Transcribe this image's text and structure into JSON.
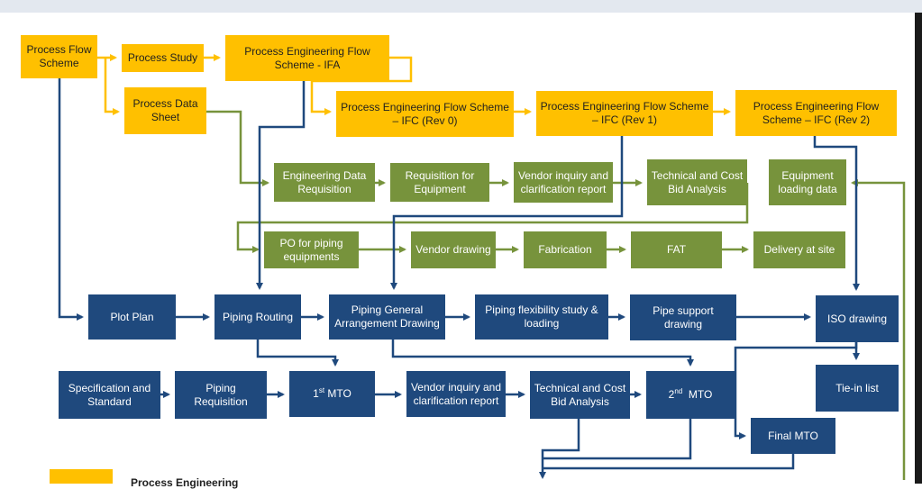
{
  "colors": {
    "process": "#ffc000",
    "procurement": "#77933c",
    "piping": "#1f497d"
  },
  "boxes": {
    "process_flow_scheme": "Process Flow Scheme",
    "process_study": "Process Study",
    "pefs_ifa": "Process Engineering Flow Scheme - IFA",
    "process_data_sheet": "Process Data Sheet",
    "pefs_ifc_rev0": "Process Engineering Flow Scheme – IFC (Rev 0)",
    "pefs_ifc_rev1": "Process Engineering Flow Scheme – IFC (Rev 1)",
    "pefs_ifc_rev2": "Process Engineering Flow Scheme – IFC (Rev 2)",
    "engineering_data_requisition": "Engineering Data Requisition",
    "requisition_for_equipment": "Requisition for Equipment",
    "vendor_inquiry_report_green": "Vendor inquiry and clarification report",
    "technical_cost_bid_green": "Technical and Cost Bid Analysis",
    "equipment_loading_data": "Equipment loading data",
    "po_piping_equipments": "PO for piping equipments",
    "vendor_drawing": "Vendor drawing",
    "fabrication": "Fabrication",
    "fat": "FAT",
    "delivery_at_site": "Delivery at site",
    "plot_plan": "Plot Plan",
    "piping_routing": "Piping Routing",
    "piping_ga_drawing": "Piping General Arrangement Drawing",
    "piping_flex_study": "Piping flexibility study & loading",
    "pipe_support_drawing": "Pipe support drawing",
    "iso_drawing": "ISO drawing",
    "spec_standard": "Specification and Standard",
    "piping_requisition": "Piping Requisition",
    "mto1_num": "1",
    "mto1_sup": "st",
    "mto1_label": "MTO",
    "vendor_inquiry_report_blue": "Vendor inquiry and clarification report",
    "technical_cost_bid_blue": "Technical and Cost Bid Analysis",
    "mto2_num": "2",
    "mto2_sup": "nd",
    "mto2_label": "MTO",
    "tie_in_list": "Tie-in list",
    "final_mto": "Final MTO"
  },
  "legend": {
    "process_label": "Process Engineering"
  }
}
